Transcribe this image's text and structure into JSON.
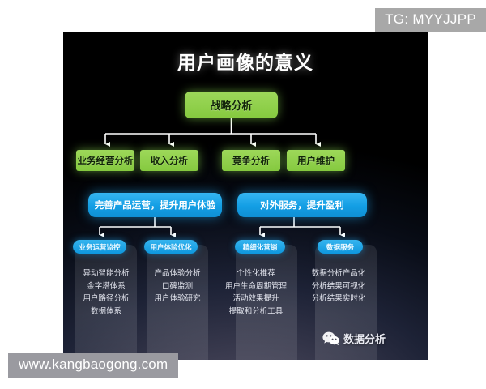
{
  "watermarks": {
    "telegram": "TG: MYYJJPP",
    "url": "www.kangbaogong.com"
  },
  "diagram": {
    "title": "用户画像的意义",
    "root": {
      "label": "战略分析"
    },
    "level2": [
      {
        "label": "业务经营分析"
      },
      {
        "label": "收入分析"
      },
      {
        "label": "竟争分析"
      },
      {
        "label": "用户维护"
      }
    ],
    "blue_bars": [
      {
        "label": "完善产品运营，提升用户体验"
      },
      {
        "label": "对外服务，提升盈利"
      }
    ],
    "columns": [
      {
        "header": "业务运营监控",
        "items": [
          "异动智能分析",
          "金字塔体系",
          "用户路径分析",
          "数据体系"
        ]
      },
      {
        "header": "用户体验优化",
        "items": [
          "产品体验分析",
          "口碑监测",
          "用户体验研究"
        ]
      },
      {
        "header": "精细化营销",
        "items": [
          "个性化推荐",
          "用户生命周期管理",
          "活动效果提升",
          "提取和分析工具"
        ]
      },
      {
        "header": "数据服务",
        "items": [
          "数据分析产品化",
          "分析结果可视化",
          "分析结果实时化"
        ]
      }
    ]
  },
  "badge": {
    "label": "数据分析",
    "icon": "wechat-icon"
  },
  "colors": {
    "green": "#8fd04a",
    "blue": "#13a0e4",
    "cyan": "#2bb0ec",
    "panel_bg": "#000000",
    "watermark_bg": "#a8a8a8"
  }
}
